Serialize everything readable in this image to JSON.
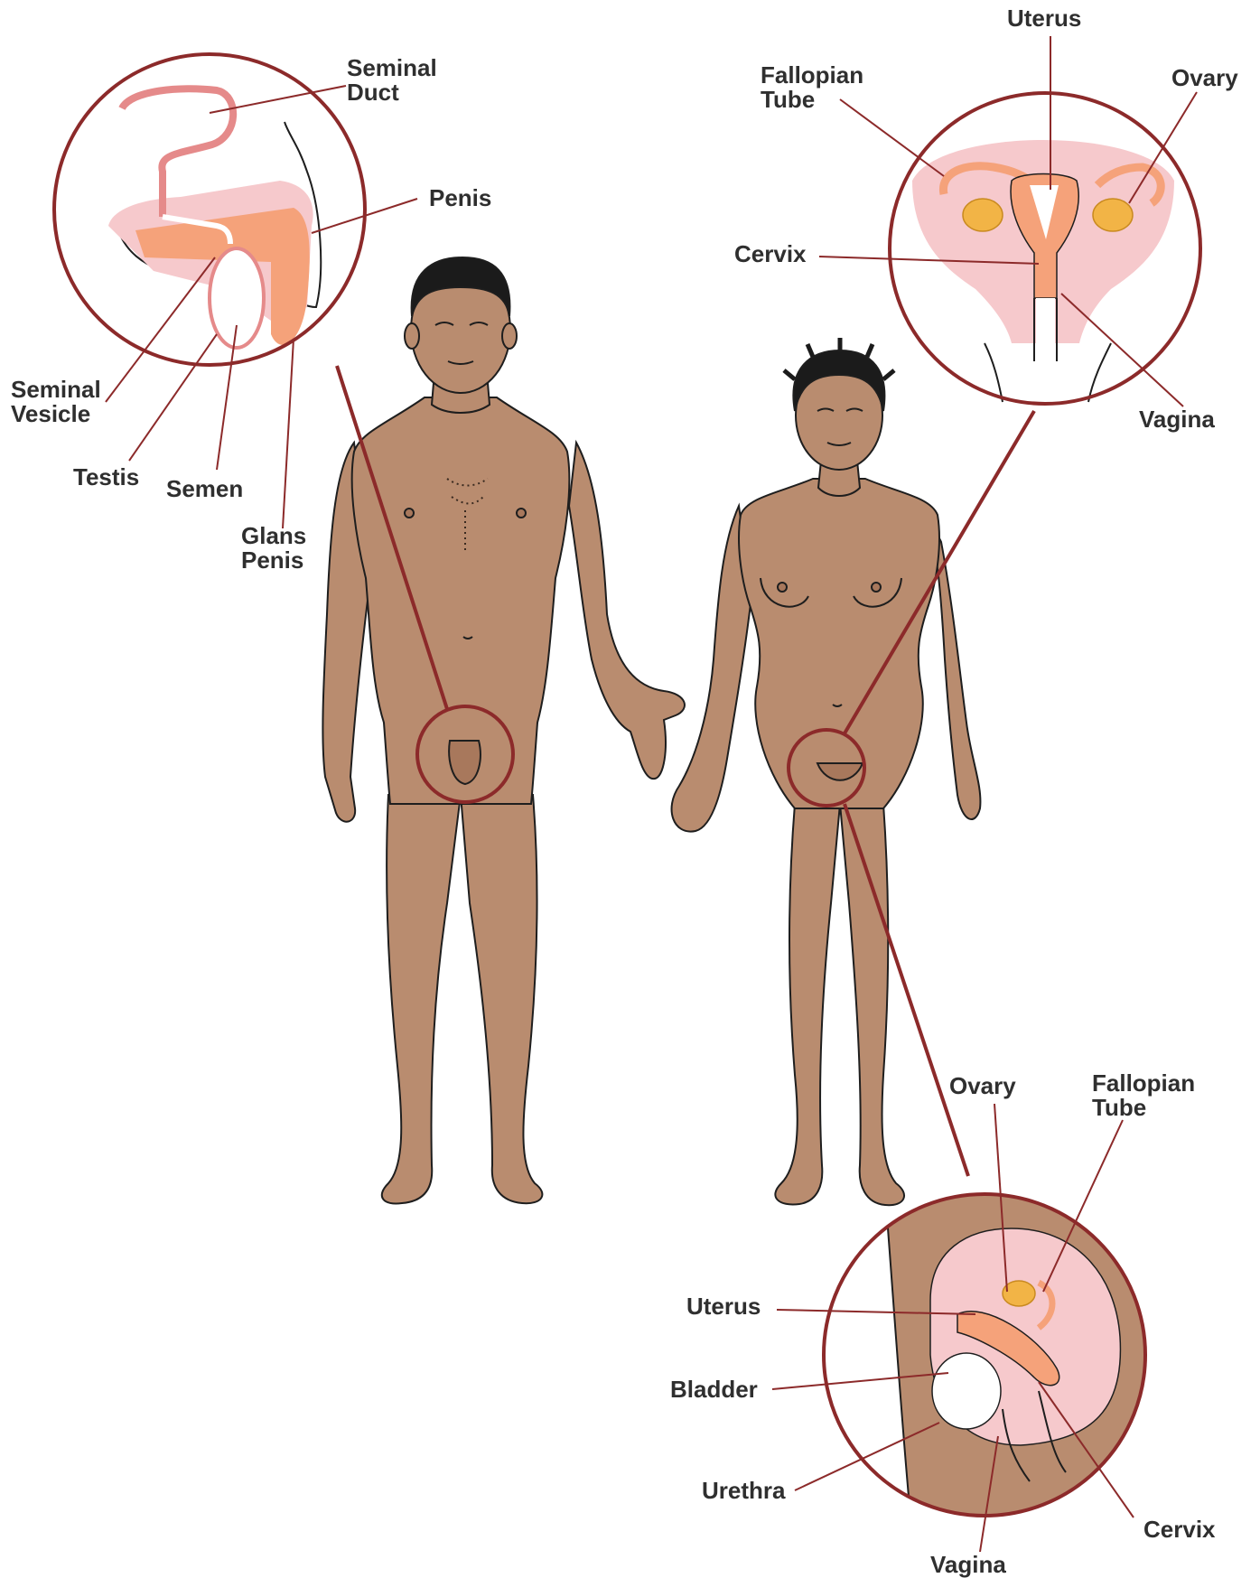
{
  "colors": {
    "skin": "#b98c6f",
    "skin_shadow": "#a8785c",
    "outline": "#1e1e1e",
    "hair": "#1b1b1b",
    "circle": "#8c2a2a",
    "leader": "#8c2a2a",
    "pink": "#f6c9cc",
    "orange": "#f5a27a",
    "ovary": "#f2b446",
    "label": "#2f2f2f"
  },
  "figures": [
    {
      "name": "male-figure"
    },
    {
      "name": "female-figure"
    }
  ],
  "insets": [
    {
      "name": "male-reproductive-inset"
    },
    {
      "name": "female-front-view-inset"
    },
    {
      "name": "female-side-view-inset"
    }
  ],
  "labels": {
    "male": {
      "seminal_duct": [
        "Seminal",
        "Duct"
      ],
      "penis": "Penis",
      "seminal_vesicle": [
        "Seminal",
        "Vesicle"
      ],
      "testis": "Testis",
      "semen": "Semen",
      "glans_penis": [
        "Glans",
        "Penis"
      ]
    },
    "female_front": {
      "uterus": "Uterus",
      "fallopian_tube": [
        "Fallopian",
        "Tube"
      ],
      "ovary": "Ovary",
      "cervix": "Cervix",
      "vagina": "Vagina"
    },
    "female_side": {
      "ovary": "Ovary",
      "fallopian_tube": [
        "Fallopian",
        "Tube"
      ],
      "uterus": "Uterus",
      "bladder": "Bladder",
      "urethra": "Urethra",
      "cervix": "Cervix",
      "vagina": "Vagina"
    }
  }
}
